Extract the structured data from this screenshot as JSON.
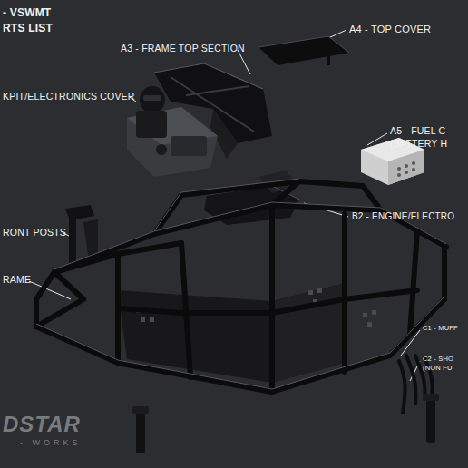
{
  "diagram": {
    "title": "- VSWMT RTS LIST",
    "labels": [
      "A4 - TOP COVER",
      "A3 - FRAME TOP SECTION",
      "KPIT/ELECTRONICS COVER",
      "A5 - FUEL C (BATTERY H",
      "B2 - ENGINE/ELECTRO",
      "RONT POSTS",
      "RAME",
      "C1 - MUFF",
      "C2 - SHO (NON FU",
      "DSTAR",
      "- WORKS"
    ]
  }
}
